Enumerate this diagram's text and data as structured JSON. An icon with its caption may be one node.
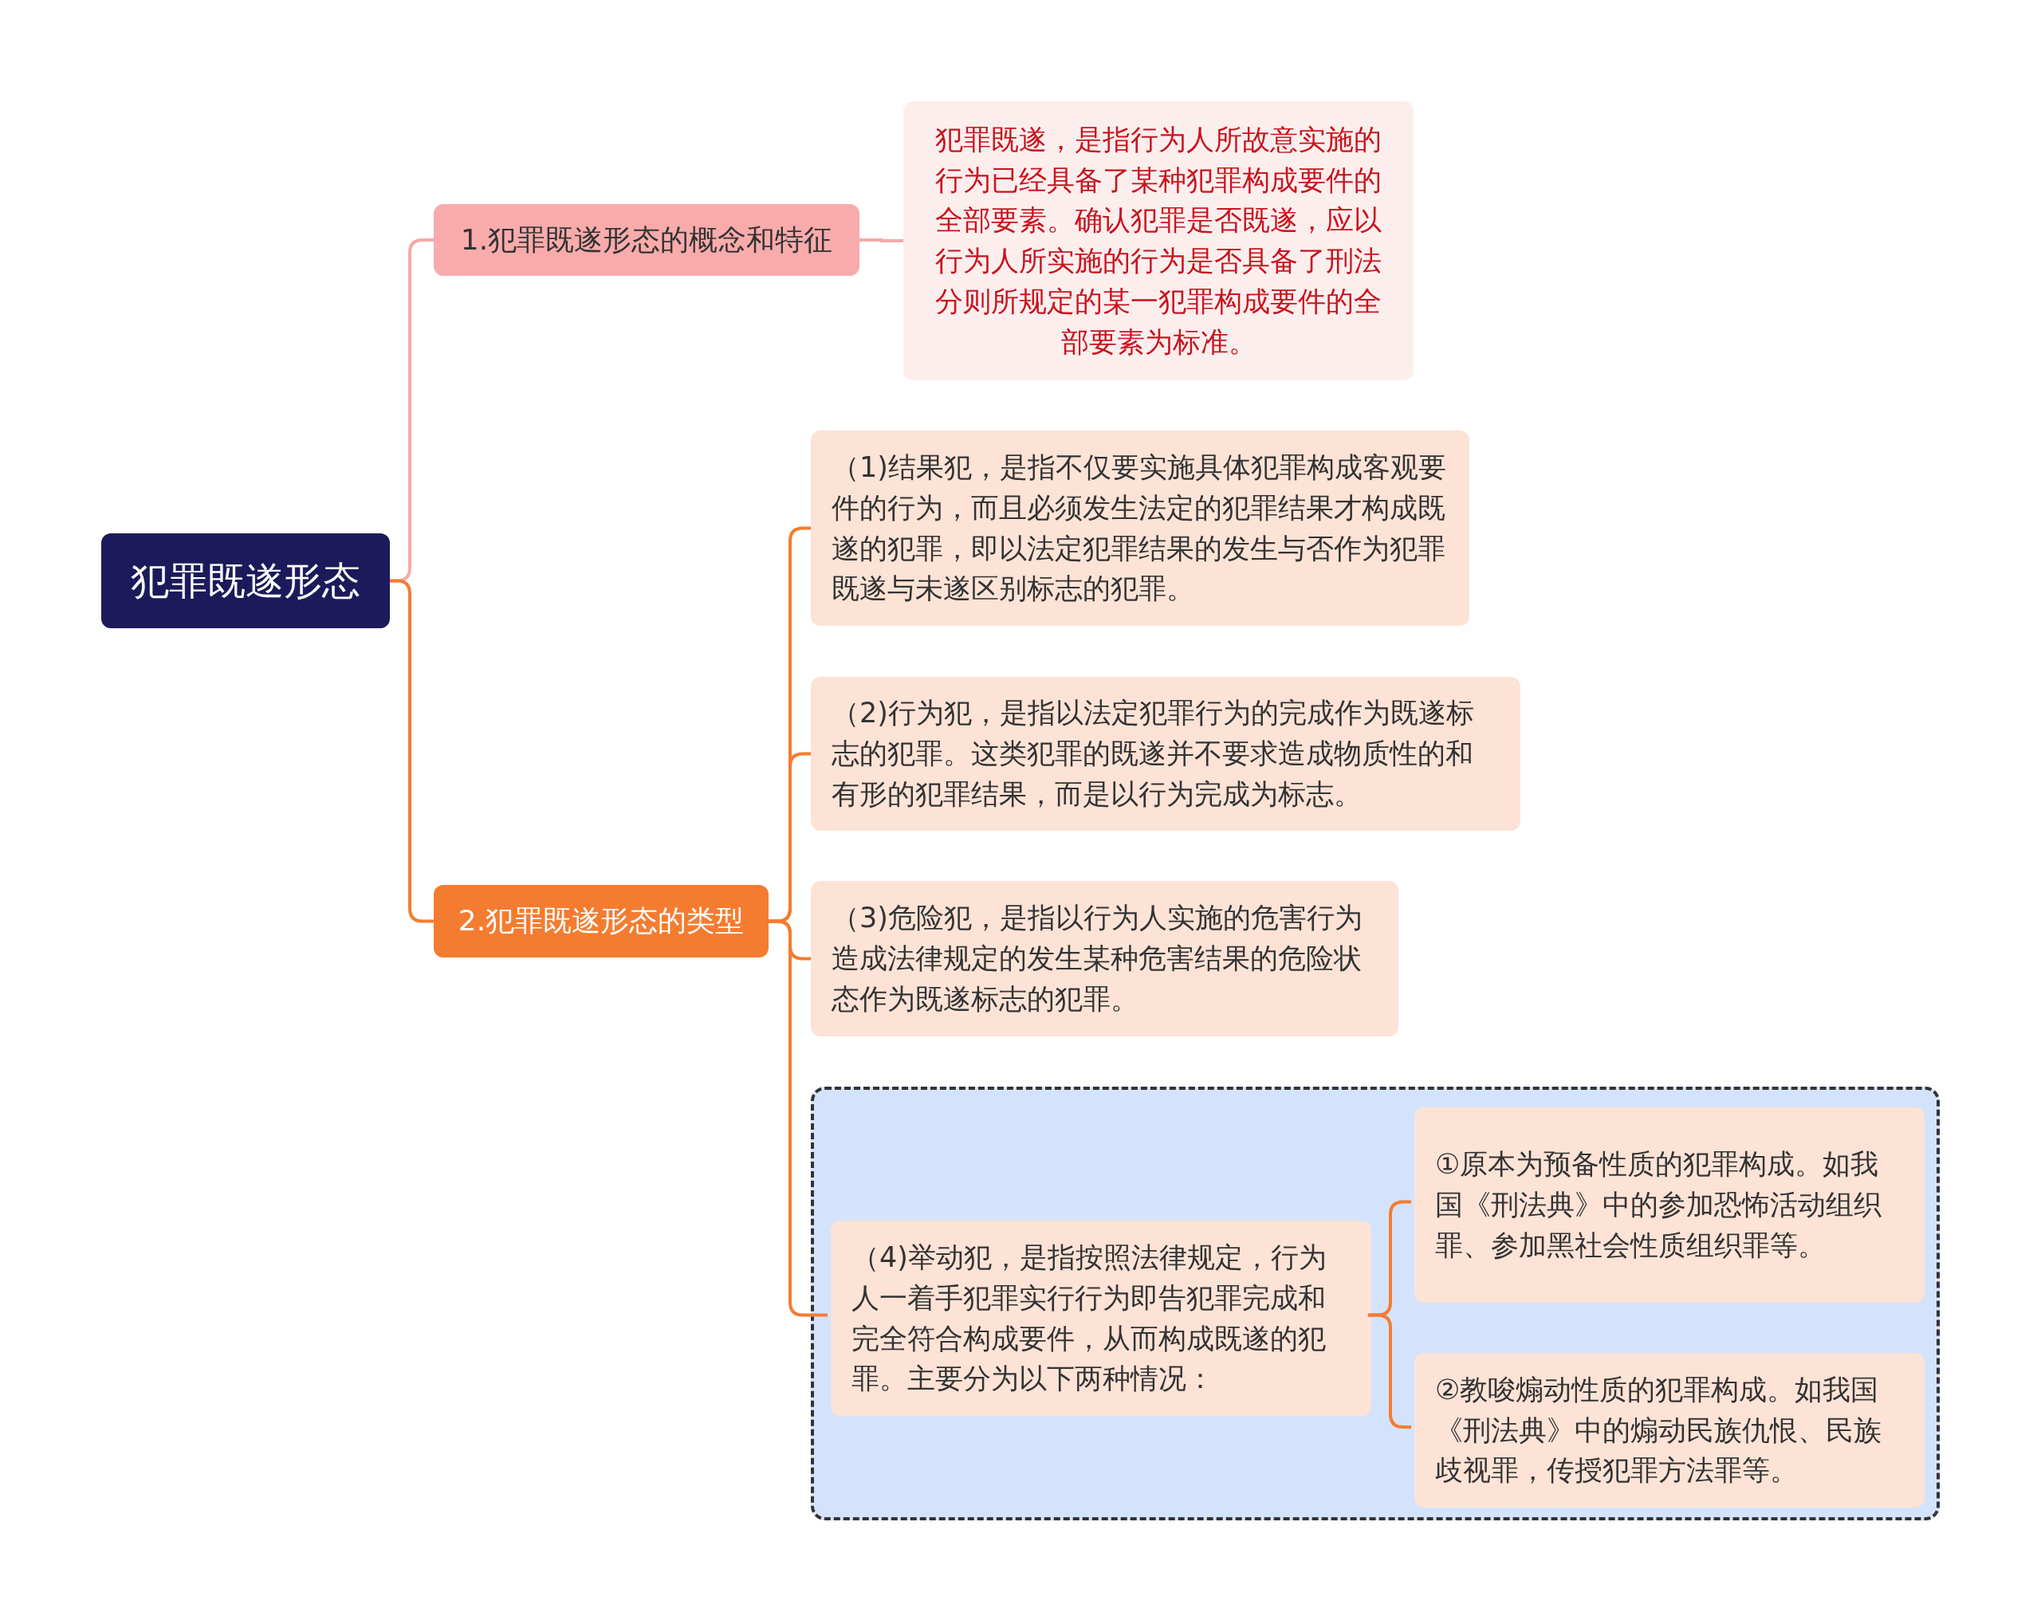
{
  "diagram": {
    "nodes": [
      {
        "text": [
          "犯罪既遂形态"
        ]
      },
      {
        "text": [
          "1.犯罪既遂形态的概念和特征"
        ]
      },
      {
        "text": [
          "犯罪既遂，是指行为人所故意实施的行为已经具备了某种犯罪构成要件的全部要素。确认犯罪是否既遂，应以行为人所实施的行为是否具备了刑法分则所规定的某一犯罪构成要件的全部要素为标准。"
        ]
      },
      {
        "text": [
          "2.犯罪既遂形态的类型"
        ]
      },
      {
        "text": [
          "（1)结果犯，是指不仅要实施具体犯罪构成客观要件的行为，而且必须发生法定的犯罪结果才构成既遂的犯罪，即以法定犯罪结果的发生与否作为犯罪既遂与未遂区别标志的犯罪。"
        ]
      },
      {
        "text": [
          "（2)行为犯，是指以法定犯罪行为的完成作为既遂标志的犯罪。这类犯罪的既遂并不要求造成物质性的和有形的犯罪结果，而是以行为完成为标志。"
        ]
      },
      {
        "text": [
          "（3)危险犯，是指以行为人实施的危害行为造成法律规定的发生某种危害结果的危险状态作为既遂标志的犯罪。"
        ]
      },
      {
        "text": [],
        "shape": "box"
      },
      {
        "text": [
          "（4)举动犯，是指按照法律规定，行为人一着手犯罪实行行为即告犯罪完成和完全符合构成要件，从而构成既遂的犯罪。主要分为以下两种情况："
        ],
        "in": 7
      },
      {
        "text": [
          "①原本为预备性质的犯罪构成。如我国《刑法典》中的参加恐怖活动组织罪、参加黑社会性质组织罪等。"
        ],
        "in": 7
      },
      {
        "text": [
          "②教唆煽动性质的犯罪构成。如我国《刑法典》中的煽动民族仇恨、民族歧视罪，传授犯罪方法罪等。"
        ],
        "in": 7
      }
    ],
    "edges": [
      {
        "from": 0,
        "to": 1,
        "arrow": "none",
        "color": "#f6a9a9"
      },
      {
        "from": 0,
        "to": 3,
        "arrow": "none"
      },
      {
        "from": 1,
        "to": 2,
        "arrow": "none",
        "color": "#f6a9a9"
      },
      {
        "from": 3,
        "to": 4,
        "arrow": "none"
      },
      {
        "from": 3,
        "to": 5,
        "arrow": "none"
      },
      {
        "from": 3,
        "to": 6,
        "arrow": "none"
      },
      {
        "from": 3,
        "to": 8,
        "arrow": "none"
      },
      {
        "from": 8,
        "to": 9,
        "arrow": "none"
      },
      {
        "from": 8,
        "to": 10,
        "arrow": "none"
      }
    ]
  }
}
